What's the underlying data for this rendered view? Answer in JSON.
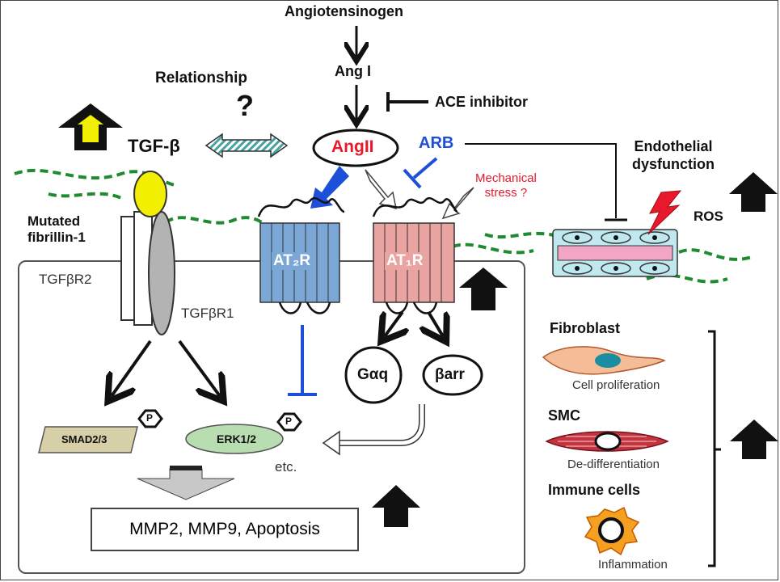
{
  "top": {
    "angiotensinogen": "Angiotensinogen",
    "ang1": "Ang I",
    "ace_inhibitor": "ACE inhibitor",
    "ang2": "AngII",
    "arb": "ARB"
  },
  "left": {
    "relationship": "Relationship",
    "question": "?",
    "tgfb": "TGF-β",
    "mutated_fibrillin": "Mutated\nfibrillin-1",
    "tgfbr2": "TGFβR2",
    "tgfbr1": "TGFβR1"
  },
  "receptors": {
    "at2r": "AT₂R",
    "at1r": "AT₁R",
    "mechanical_stress": "Mechanical\nstress ?"
  },
  "signaling": {
    "gaq": "Gαq",
    "barr": "βarr",
    "smad": "SMAD2/3",
    "erk": "ERK1/2",
    "phospho": "P",
    "etc": "etc.",
    "result": "MMP2, MMP9, Apoptosis"
  },
  "right": {
    "endothelial": "Endothelial\ndysfunction",
    "ros": "ROS",
    "fibroblast": "Fibroblast",
    "cell_proliferation": "Cell proliferation",
    "smc": "SMC",
    "dedifferentiation": "De-differentiation",
    "immune_cells": "Immune cells",
    "inflammation": "Inflammation"
  },
  "colors": {
    "red": "#e8192c",
    "blue": "#1d4fd8",
    "green": "#1f8a2e",
    "at2r_fill": "#7aa7d6",
    "at1r_fill": "#e9a3a0",
    "yellow": "#f3ef00"
  },
  "icons": [
    "up-arrow-icon",
    "lightning-icon",
    "phospho-icon",
    "double-arrow-icon"
  ]
}
